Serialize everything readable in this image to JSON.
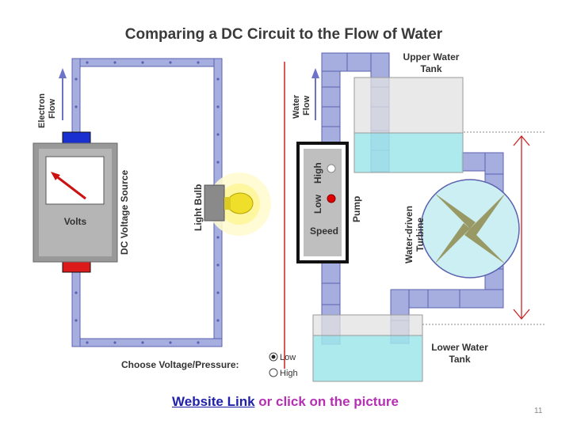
{
  "title": "Comparing a DC Circuit to the Flow of Water",
  "electric": {
    "flow_label": [
      "Electron",
      "Flow"
    ],
    "meter_label": "Volts",
    "source_label": "DC Voltage Source",
    "bulb_label": "Light Bulb"
  },
  "water": {
    "flow_label": [
      "Water",
      "Flow"
    ],
    "upper_tank": [
      "Upper Water",
      "Tank"
    ],
    "lower_tank": [
      "Lower Water",
      "Tank"
    ],
    "turbine": [
      "Water-driven",
      "Turbine"
    ],
    "pump_label": "Pump",
    "high": "High",
    "low": "Low",
    "speed": "Speed"
  },
  "control": {
    "label": "Choose Voltage/Pressure:",
    "options": [
      "Low",
      "High"
    ],
    "selected": "Low"
  },
  "footer": {
    "link": "Website Link",
    "rest": " or click on the picture"
  },
  "page_number": "11",
  "colors": {
    "pipe": "#a6aee0",
    "pipe_edge": "#5c62b0",
    "water": "#9fe6ea",
    "arrow": "#6d74c7",
    "divider": "#cc2222",
    "turbine_fill": "#cceff3",
    "turbine_blade": "#999966"
  }
}
